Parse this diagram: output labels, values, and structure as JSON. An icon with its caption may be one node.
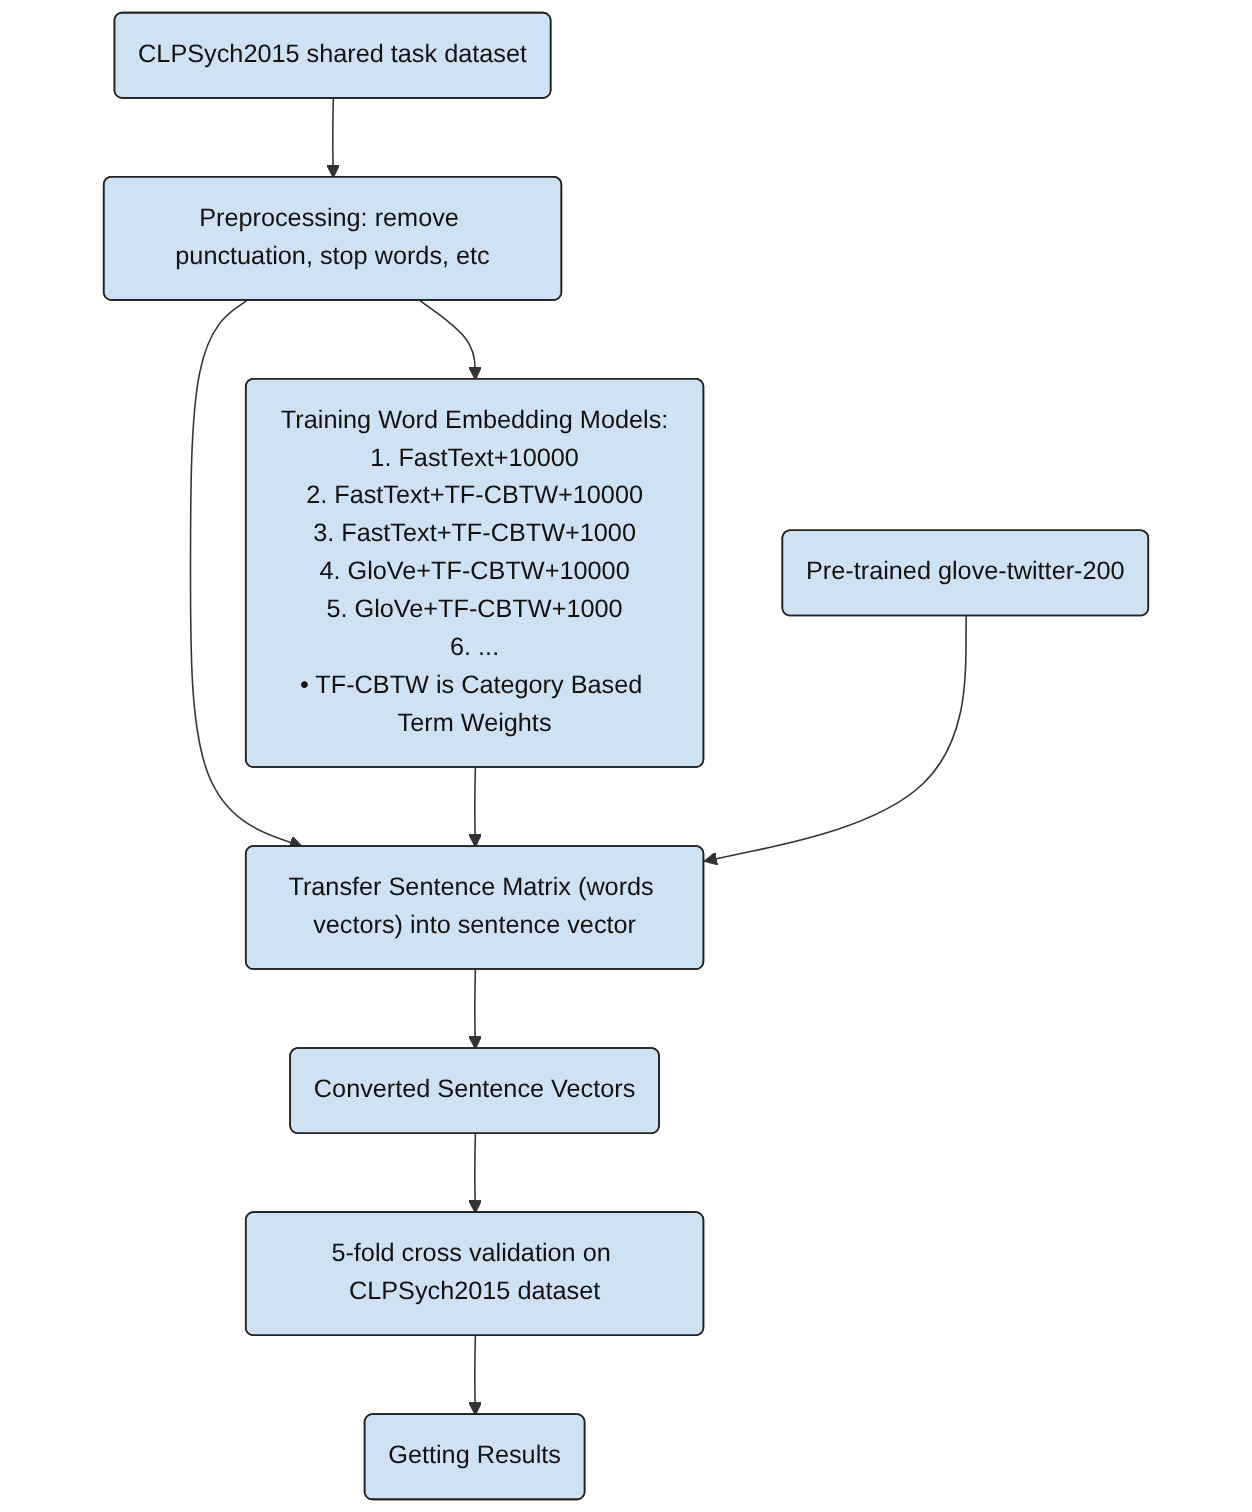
{
  "diagram": {
    "nodes": [
      {
        "text": [
          "CLPSych2015 shared task dataset"
        ]
      },
      {
        "text": [
          "Preprocessing: remove punctuation, stop words, etc"
        ]
      },
      {
        "text": [
          "Training Word Embedding Models:",
          "1. FastText+10000",
          "2. FastText+TF-CBTW+10000",
          "3. FastText+TF-CBTW+1000",
          "4. GloVe+TF-CBTW+10000",
          "5. GloVe+TF-CBTW+1000",
          "6. ...",
          "• TF-CBTW is Category Based Term Weights"
        ]
      },
      {
        "text": [
          "Transfer Sentence Matrix (words vectors) into sentence vector"
        ]
      },
      {
        "text": [
          "Pre-trained glove-twitter-200"
        ]
      },
      {
        "text": [
          "Converted Sentence Vectors"
        ]
      },
      {
        "text": [
          "5-fold cross validation on CLPSych2015 dataset"
        ]
      },
      {
        "text": [
          "Getting Results"
        ]
      }
    ],
    "edges": [
      {
        "from": 0,
        "to": 1,
        "arrow": "to"
      },
      {
        "from": 1,
        "to": 2,
        "arrow": "to"
      },
      {
        "from": 1,
        "to": 3,
        "arrow": "to"
      },
      {
        "from": 2,
        "to": 3,
        "arrow": "to"
      },
      {
        "from": 4,
        "to": 3,
        "arrow": "to"
      },
      {
        "from": 3,
        "to": 5,
        "arrow": "to"
      },
      {
        "from": 5,
        "to": 6,
        "arrow": "to"
      },
      {
        "from": 6,
        "to": 7,
        "arrow": "to"
      }
    ]
  }
}
